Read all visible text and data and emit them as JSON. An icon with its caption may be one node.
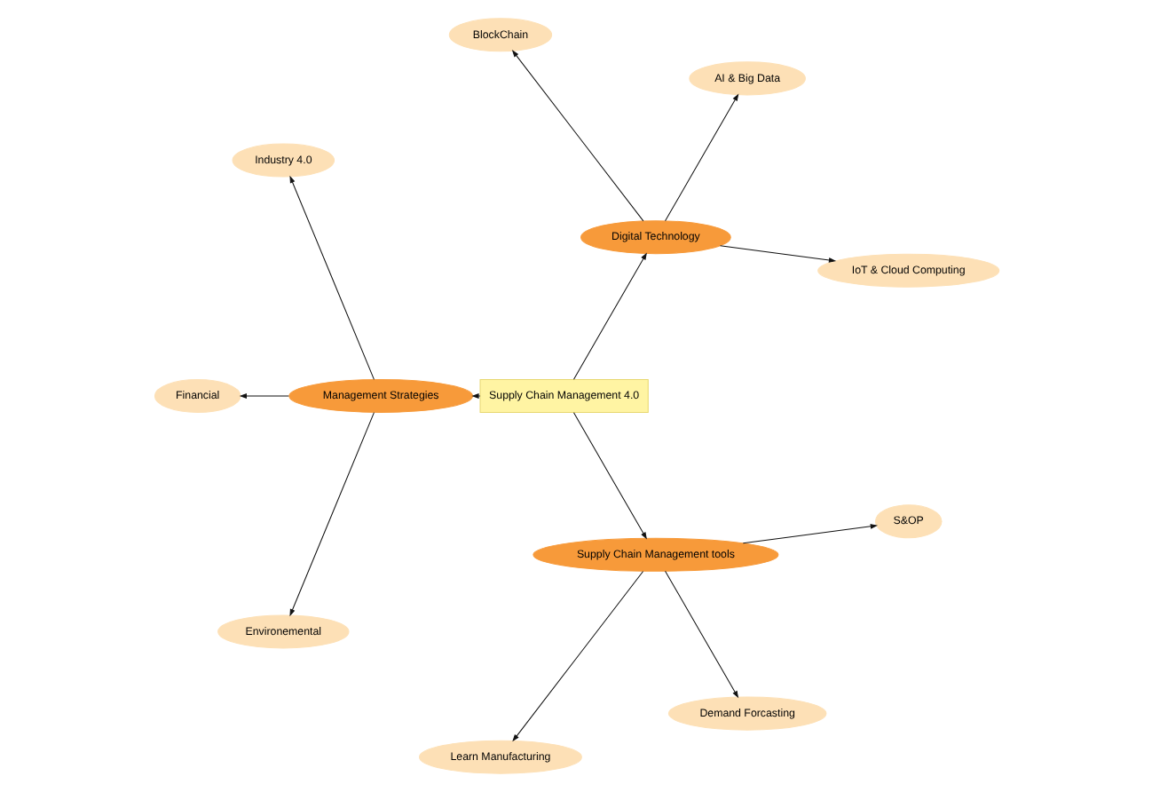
{
  "diagram": {
    "nodes": [
      {
        "text": [
          "Supply Chain Management 4.0"
        ]
      },
      {
        "text": [
          "Digital Technology"
        ]
      },
      {
        "text": [
          "IoT & Cloud Computing"
        ]
      },
      {
        "text": [
          "AI & Big Data"
        ]
      },
      {
        "text": [
          "BlockChain"
        ]
      },
      {
        "text": [
          "Management Strategies"
        ]
      },
      {
        "text": [
          "Industry 4.0"
        ]
      },
      {
        "text": [
          "Financial"
        ]
      },
      {
        "text": [
          "Environemental"
        ]
      },
      {
        "text": [
          "Supply Chain Management tools"
        ]
      },
      {
        "text": [
          "Learn Manufacturing"
        ]
      },
      {
        "text": [
          "Demand Forcasting"
        ]
      },
      {
        "text": [
          "S&OP"
        ]
      }
    ],
    "edges": [
      {
        "from": 0,
        "to": 1,
        "arrow": "to"
      },
      {
        "from": 1,
        "to": 2,
        "arrow": "to"
      },
      {
        "from": 1,
        "to": 3,
        "arrow": "to"
      },
      {
        "from": 1,
        "to": 4,
        "arrow": "to"
      },
      {
        "from": 0,
        "to": 5,
        "arrow": "to"
      },
      {
        "from": 5,
        "to": 6,
        "arrow": "to"
      },
      {
        "from": 5,
        "to": 7,
        "arrow": "to"
      },
      {
        "from": 5,
        "to": 8,
        "arrow": "to"
      },
      {
        "from": 0,
        "to": 9,
        "arrow": "to"
      },
      {
        "from": 9,
        "to": 10,
        "arrow": "to"
      },
      {
        "from": 9,
        "to": 11,
        "arrow": "to"
      },
      {
        "from": 9,
        "to": 12,
        "arrow": "to"
      }
    ]
  }
}
